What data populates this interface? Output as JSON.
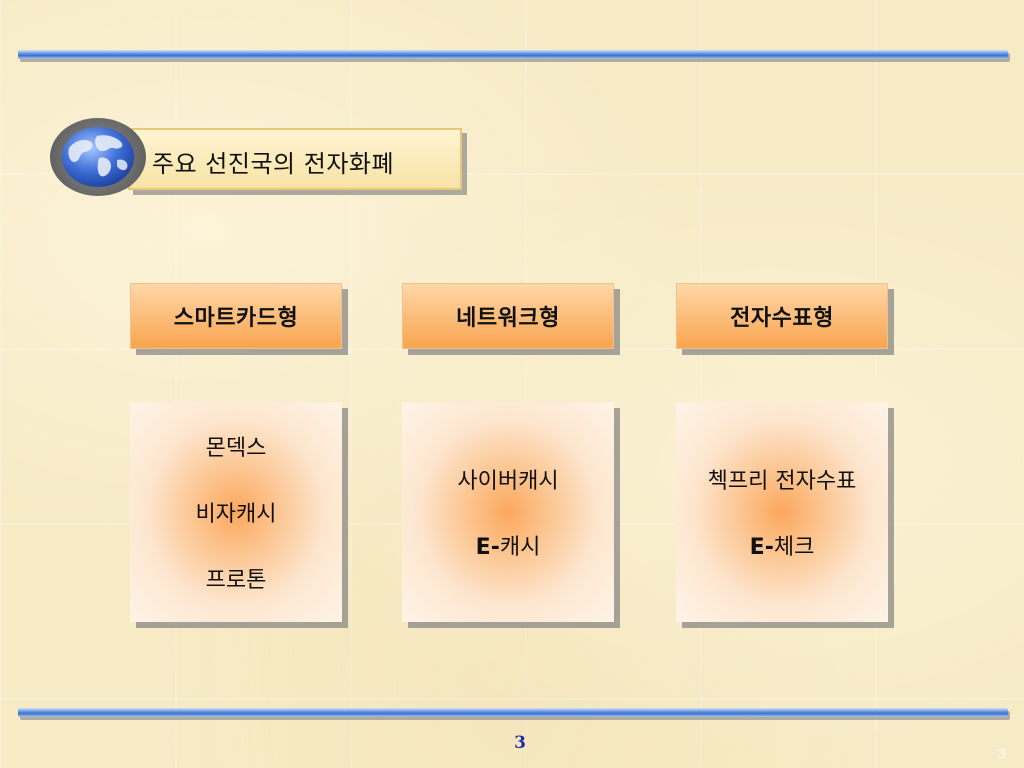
{
  "title": "주요 선진국의 전자화폐",
  "icons": {
    "title_icon": "globe-icon"
  },
  "colors": {
    "header_fill": "#f8a550",
    "bar_blue": "#3d6fc8",
    "page_number": "#1d2fa8"
  },
  "columns": [
    {
      "header": "스마트카드형",
      "items": [
        "몬덱스",
        "비자캐시",
        "프로톤"
      ]
    },
    {
      "header": "네트워크형",
      "items": [
        "사이버캐시",
        {
          "prefix": "E-",
          "text": "캐시"
        }
      ]
    },
    {
      "header": "전자수표형",
      "items": [
        "첵프리 전자수표",
        {
          "prefix": "E-",
          "text": "체크"
        }
      ]
    }
  ],
  "page_number": "3",
  "page_number_corner": "3"
}
